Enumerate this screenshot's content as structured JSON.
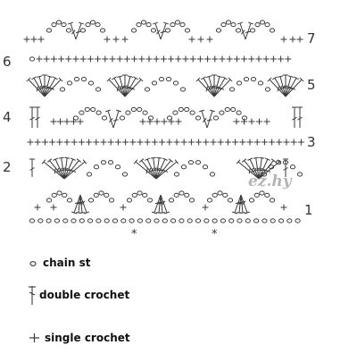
{
  "diagram": {
    "row_numbers": [
      "1",
      "2",
      "3",
      "4",
      "5",
      "6",
      "7"
    ],
    "repeat_markers": [
      "*",
      "*"
    ],
    "watermark": "ez.hy"
  },
  "legend": [
    {
      "symbol": "chain-st-symbol",
      "label": "chain st"
    },
    {
      "symbol": "double-crochet-symbol",
      "label": "double crochet"
    },
    {
      "symbol": "single-crochet-symbol",
      "label": "single crochet"
    }
  ],
  "colors": {
    "ink": "#3a3a3a",
    "text": "#111111",
    "watermark": "#b5b5b5"
  }
}
